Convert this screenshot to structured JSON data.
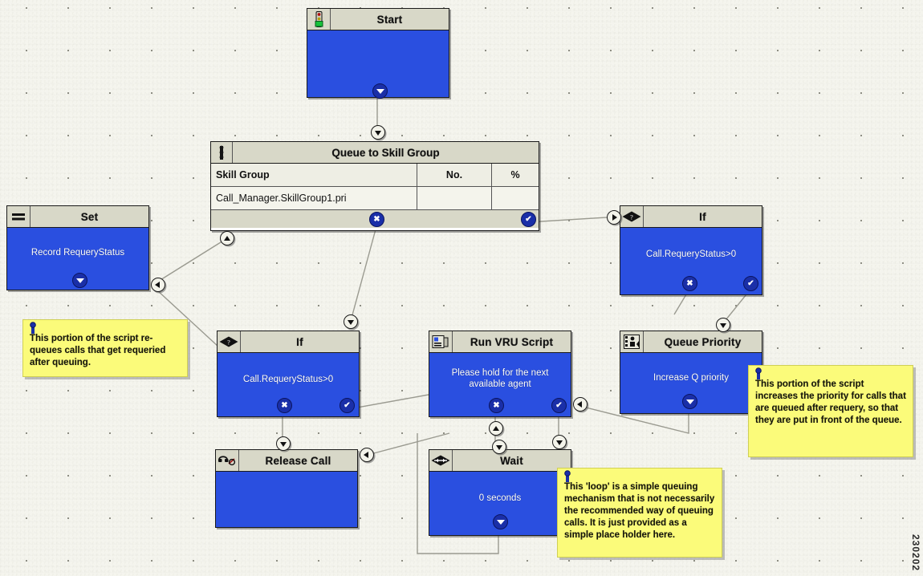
{
  "figure": {
    "id": "230202"
  },
  "canvas": {
    "grid_dot_color": "#7d7d72",
    "paper_color": "#f6f6ee"
  },
  "palette": {
    "node_fill": "#2a4fe0",
    "node_header": "#d8d8c8",
    "note_fill": "#fbfb7a",
    "wire": "#9a9a90",
    "port_badge": "#1a2fa8"
  },
  "nodes": {
    "start": {
      "title": "Start",
      "icon": "traffic-light-icon",
      "body": ""
    },
    "queue": {
      "title": "Queue to Skill Group",
      "icon": "queue-icon",
      "columns": [
        "Skill Group",
        "No.",
        "%"
      ],
      "rows": [
        {
          "skill_group": "Call_Manager.SkillGroup1.pri",
          "no": "",
          "pct": ""
        }
      ]
    },
    "set": {
      "title": "Set",
      "icon": "equals-icon",
      "body": "Record RequeryStatus"
    },
    "if_right": {
      "title": "If",
      "icon": "diamond-icon",
      "body": "Call.RequeryStatus>0"
    },
    "if_left": {
      "title": "If",
      "icon": "diamond-icon",
      "body": "Call.RequeryStatus>0"
    },
    "run_vru": {
      "title": "Run VRU Script",
      "icon": "script-icon",
      "body": "Please hold for the next available agent"
    },
    "queue_prio": {
      "title": "Queue Priority",
      "icon": "priority-icon",
      "body": "Increase Q priority"
    },
    "release_call": {
      "title": "Release Call",
      "icon": "phone-hangup-icon",
      "body": ""
    },
    "wait": {
      "title": "Wait",
      "icon": "wait-icon",
      "body": "0 seconds"
    }
  },
  "notes": {
    "requeue": {
      "text": "This portion of the script re-queues calls that get requeried after queuing."
    },
    "priority": {
      "text": "This portion of the script increases the priority for calls that are queued after requery, so that they are put in front of the queue."
    },
    "loop": {
      "text": "This 'loop' is a simple queuing mechanism that is not necessarily the recommended way of queuing calls. It is just provided as a simple place holder here."
    }
  }
}
